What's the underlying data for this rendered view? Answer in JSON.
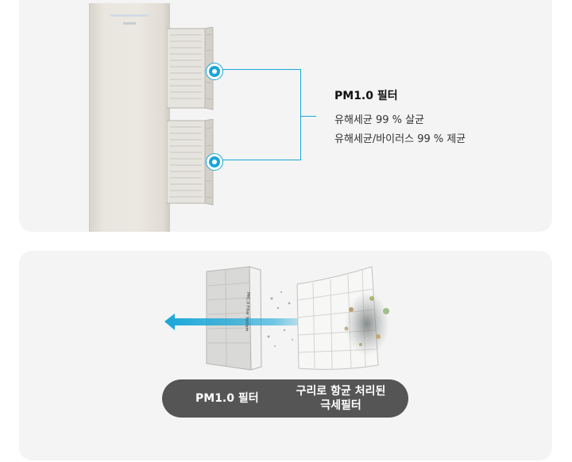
{
  "top_panel": {
    "filter_title": "PM1.0 필터",
    "filter_lines": [
      "유해세균 99 % 살균",
      "유해세균/바이러스 99 % 제균"
    ],
    "accent_color": "#1aa6d8"
  },
  "bottom_panel": {
    "stage_left_label": "PM1.0 필터",
    "stage_right_label_line1": "구리로 항균 처리된",
    "stage_right_label_line2": "극세필터",
    "filter_frame_text": "PM1.0 Filter System",
    "arrow_color": "#1aa6d8",
    "pill_color": "#555555"
  }
}
